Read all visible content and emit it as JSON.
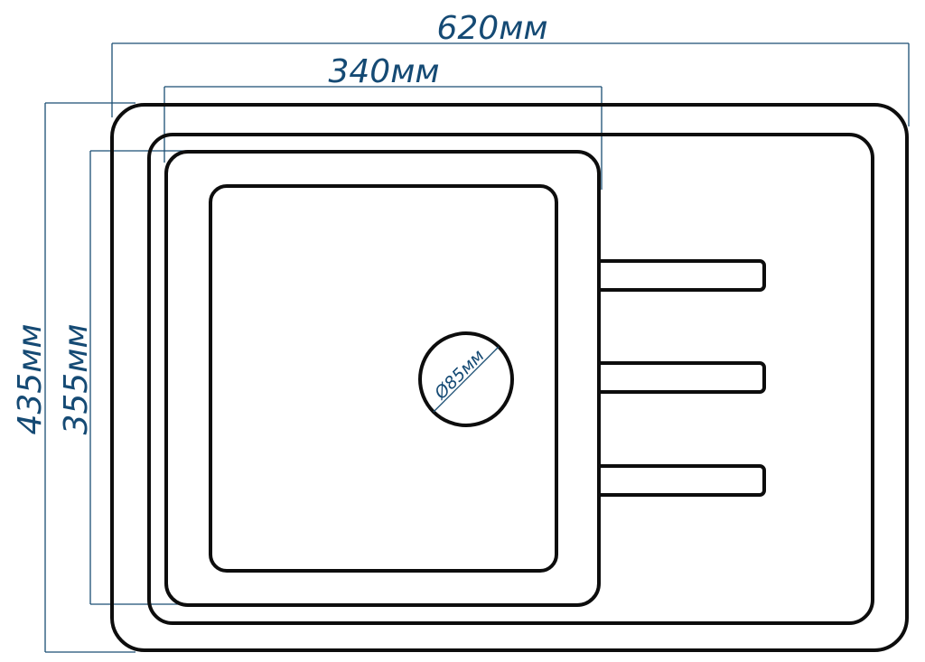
{
  "dimensions": {
    "overall_width": "620мм",
    "bowl_width": "340мм",
    "overall_depth": "435мм",
    "bowl_depth": "355мм",
    "drain_diameter": "Ø85мм"
  },
  "colors": {
    "outline": "#0d0d0d",
    "dimension_lines": "#1a4e73",
    "dimension_text": "#154a74",
    "background": "#ffffff"
  }
}
